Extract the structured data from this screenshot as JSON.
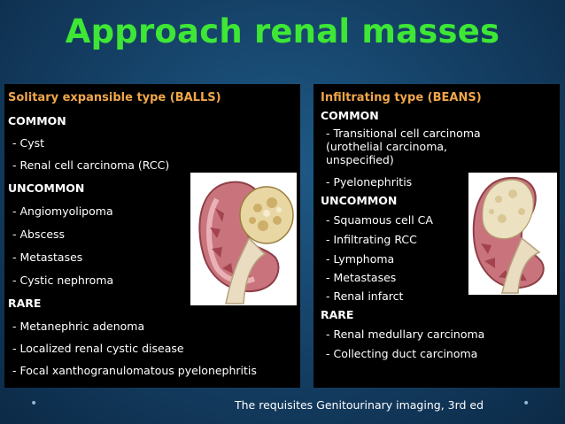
{
  "title": "Approach renal masses",
  "left": {
    "heading": "Solitary expansible type (BALLS)",
    "common_label": "COMMON",
    "common": [
      "- Cyst",
      "- Renal cell carcinoma (RCC)"
    ],
    "uncommon_label": "UNCOMMON",
    "uncommon": [
      "- Angiomyolipoma",
      "- Abscess",
      "- Metastases",
      "- Cystic nephroma"
    ],
    "rare_label": "RARE",
    "rare": [
      "- Metanephric adenoma",
      "- Localized renal cystic disease",
      "- Focal xanthogranulomatous pyelonephritis"
    ]
  },
  "right": {
    "heading": "Infiltrating type (BEANS)",
    "common_label": "COMMON",
    "common": [
      "- Transitional cell carcinoma (urothelial carcinoma, unspecified)",
      "- Pyelonephritis"
    ],
    "uncommon_label": "UNCOMMON",
    "uncommon": [
      "- Squamous cell CA",
      "- Infiltrating RCC",
      "- Lymphoma",
      "- Metastases",
      "- Renal infarct"
    ],
    "rare_label": "RARE",
    "rare": [
      "- Renal medullary carcinoma",
      "- Collecting duct carcinoma"
    ]
  },
  "footer": {
    "citation": "The requisites Genitourinary imaging, 3rd ed",
    "bullet": "•"
  }
}
